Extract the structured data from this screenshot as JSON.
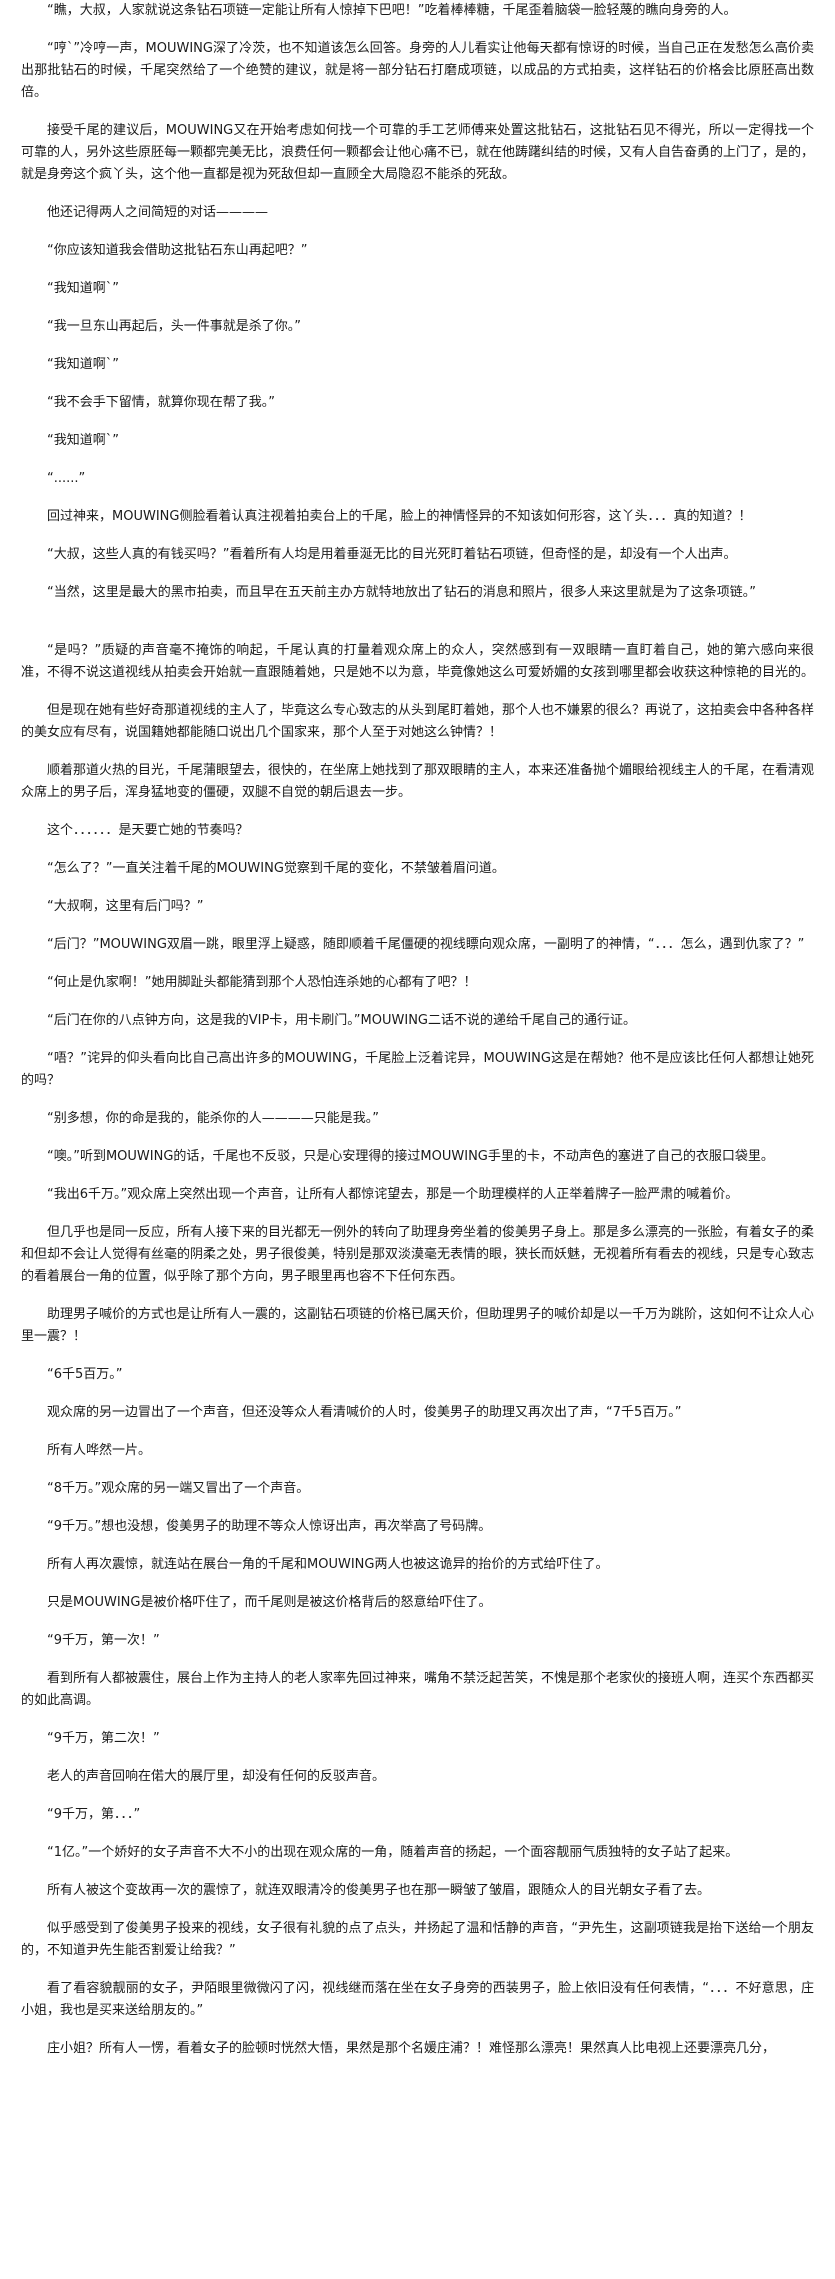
{
  "paragraphs": [
    "“瞧，大叔，人家就说这条钻石项链一定能让所有人惊掉下巴吧！”吃着棒棒糖，千尾歪着脑袋一脸轻蔑的瞧向身旁的人。",
    "“哼`”冷哼一声，MOUWING深了冷茨，也不知道该怎么回答。身旁的人儿看实让他每天都有惊讶的时候，当自己正在发愁怎么高价卖出那批钻石的时候，千尾突然给了一个绝赞的建议，就是将一部分钻石打磨成项链，以成品的方式拍卖，这样钻石的价格会比原胚高出数倍。",
    "接受千尾的建议后，MOUWING又在开始考虑如何找一个可靠的手工艺师傅来处置这批钻石，这批钻石见不得光，所以一定得找一个可靠的人，另外这些原胚每一颗都完美无比，浪费任何一颗都会让他心痛不已，就在他踌躇纠结的时候，又有人自告奋勇的上门了，是的，就是身旁这个疯丫头，这个他一直都是视为死敌但却一直顾全大局隐忍不能杀的死敌。",
    "他还记得两人之间简短的对话————",
    "“你应该知道我会借助这批钻石东山再起吧？”",
    "“我知道啊`”",
    "“我一旦东山再起后，头一件事就是杀了你。”",
    "“我知道啊`”",
    "“我不会手下留情，就算你现在帮了我。”",
    "“我知道啊`”",
    "“......”",
    "回过神来，MOUWING侧脸看着认真注视着拍卖台上的千尾，脸上的神情怪异的不知该如何形容，这丫头．．．真的知道？！",
    "“大叔，这些人真的有钱买吗？”看着所有人均是用着垂涎无比的目光死盯着钻石项链，但奇怪的是，却没有一个人出声。",
    "“当然，这里是最大的黑市拍卖，而且早在五天前主办方就特地放出了钻石的消息和照片，很多人来这里就是为了这条项链。”",
    "“是吗？”质疑的声音毫不掩饰的响起，千尾认真的打量着观众席上的众人，突然感到有一双眼睛一直盯着自己，她的第六感向来很准，不得不说这道视线从拍卖会开始就一直跟随着她，只是她不以为意，毕竟像她这么可爱娇媚的女孩到哪里都会收获这种惊艳的目光的。",
    "但是现在她有些好奇那道视线的主人了，毕竟这么专心致志的从头到尾盯着她，那个人也不嫌累的很么？再说了，这拍卖会中各种各样的美女应有尽有，说国籍她都能随口说出几个国家来，那个人至于对她这么钟情？！",
    "顺着那道火热的目光，千尾蒲眼望去，很快的，在坐席上她找到了那双眼睛的主人，本来还准备抛个媚眼给视线主人的千尾，在看清观众席上的男子后，浑身猛地变的僵硬，双腿不自觉的朝后退去一步。",
    "这个．．．．．．是天要亡她的节奏吗？",
    "“怎么了？”一直关注着千尾的MOUWING觉察到千尾的变化，不禁皱着眉问道。",
    "“大叔啊，这里有后门吗？”",
    "“后门？”MOUWING双眉一跳，眼里浮上疑惑，随即顺着千尾僵硬的视线瞟向观众席，一副明了的神情，“．．．怎么，遇到仇家了？”",
    "“何止是仇家啊！”她用脚趾头都能猜到那个人恐怕连杀她的心都有了吧？！",
    "“后门在你的八点钟方向，这是我的VIP卡，用卡刷门。”MOUWING二话不说的递给千尾自己的通行证。",
    "“唔？”诧异的仰头看向比自己高出许多的MOUWING，千尾脸上泛着诧异，MOUWING这是在帮她？他不是应该比任何人都想让她死的吗？",
    "“别多想，你的命是我的，能杀你的人————只能是我。”",
    "“噢。”听到MOUWING的话，千尾也不反驳，只是心安理得的接过MOUWING手里的卡，不动声色的塞进了自己的衣服口袋里。",
    "“我出6千万。”观众席上突然出现一个声音，让所有人都惊诧望去，那是一个助理模样的人正举着牌子一脸严肃的喊着价。",
    "但几乎也是同一反应，所有人接下来的目光都无一例外的转向了助理身旁坐着的俊美男子身上。那是多么漂亮的一张脸，有着女子的柔和但却不会让人觉得有丝毫的阴柔之处，男子很俊美，特别是那双淡漠毫无表情的眼，狭长而妖魅，无视着所有看去的视线，只是专心致志的看着展台一角的位置，似乎除了那个方向，男子眼里再也容不下任何东西。",
    "助理男子喊价的方式也是让所有人一震的，这副钻石项链的价格已属天价，但助理男子的喊价却是以一千万为跳阶，这如何不让众人心里一震？！",
    "“6千5百万。”",
    "观众席的另一边冒出了一个声音，但还没等众人看清喊价的人时，俊美男子的助理又再次出了声，“7千5百万。”",
    "所有人哗然一片。",
    "“8千万。”观众席的另一端又冒出了一个声音。",
    "“9千万。”想也没想，俊美男子的助理不等众人惊讶出声，再次举高了号码牌。",
    "所有人再次震惊，就连站在展台一角的千尾和MOUWING两人也被这诡异的抬价的方式给吓住了。",
    "只是MOUWING是被价格吓住了，而千尾则是被这价格背后的怒意给吓住了。",
    "“9千万，第一次！”",
    "看到所有人都被震住，展台上作为主持人的老人家率先回过神来，嘴角不禁泛起苦笑，不愧是那个老家伙的接班人啊，连买个东西都买的如此高调。",
    "“9千万，第二次！”",
    "老人的声音回响在偌大的展厅里，却没有任何的反驳声音。",
    "“9千万，第．．．”",
    "“1亿。”一个娇好的女子声音不大不小的出现在观众席的一角，随着声音的扬起，一个面容靓丽气质独特的女子站了起来。",
    "所有人被这个变故再一次的震惊了，就连双眼清冷的俊美男子也在那一瞬皱了皱眉，跟随众人的目光朝女子看了去。",
    "似乎感受到了俊美男子投来的视线，女子很有礼貌的点了点头，并扬起了温和恬静的声音，“尹先生，这副项链我是抬下送给一个朋友的，不知道尹先生能否割爱让给我？”",
    "看了看容貌靓丽的女子，尹陌眼里微微闪了闪，视线继而落在坐在女子身旁的西装男子，脸上依旧没有任何表情，“．．．不好意思，庄小姐，我也是买来送给朋友的。”",
    "庄小姐？所有人一愣，看着女子的脸顿时恍然大悟，果然是那个名媛庄浦？！难怪那么漂亮！果然真人比电视上还要漂亮几分，"
  ]
}
